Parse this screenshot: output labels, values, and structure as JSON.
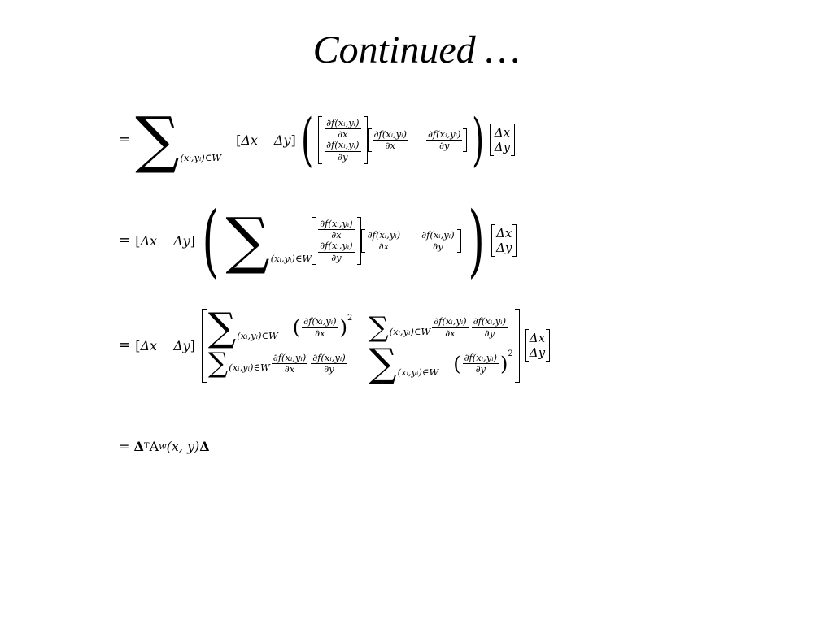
{
  "slide": {
    "title": "Continued …",
    "eq_sign": "=",
    "sum_index": "(xᵢ,yᵢ)∈W",
    "row_vector": [
      "Δx",
      "Δy"
    ],
    "col_vector": [
      "Δx",
      "Δy"
    ],
    "dfdx_num": "∂f(xᵢ,yᵢ)",
    "dx": "∂x",
    "dy": "∂y",
    "power": "2",
    "final_lhs": "= ",
    "final_delta": "Δ",
    "final_T": "T",
    "final_A": "A",
    "final_w": "w",
    "final_args": "(x, y)"
  }
}
